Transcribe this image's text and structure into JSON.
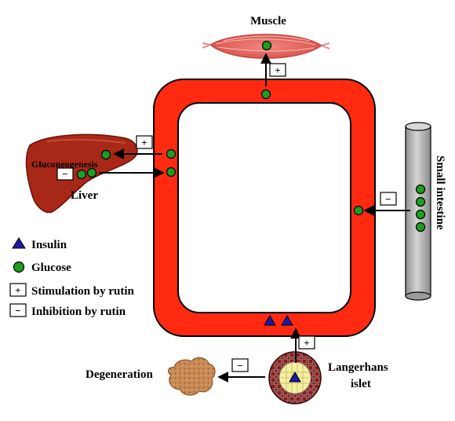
{
  "organs": {
    "muscle": "Muscle",
    "liver": "Liver",
    "gluconeogenesis": "Gluconeogenesis",
    "small_intestine": "Small intestine",
    "langerhans_line1": "Langerhans",
    "langerhans_line2": "islet",
    "degeneration": "Degeneration"
  },
  "legend": {
    "insulin": "Insulin",
    "glucose": "Glucose",
    "stimulation": "Stimulation by rutin",
    "inhibition": "Inhibition by rutin"
  },
  "symbols": {
    "plus": "+",
    "minus": "−"
  },
  "colors": {
    "vessel": "#ff2a10",
    "glucose": "#1e9e1e",
    "insulin": "#1a1aaa",
    "liver": "#a82818",
    "muscle": "#e05a55",
    "intestine": "#a8a8a8",
    "degeneration": "#c98a55"
  }
}
